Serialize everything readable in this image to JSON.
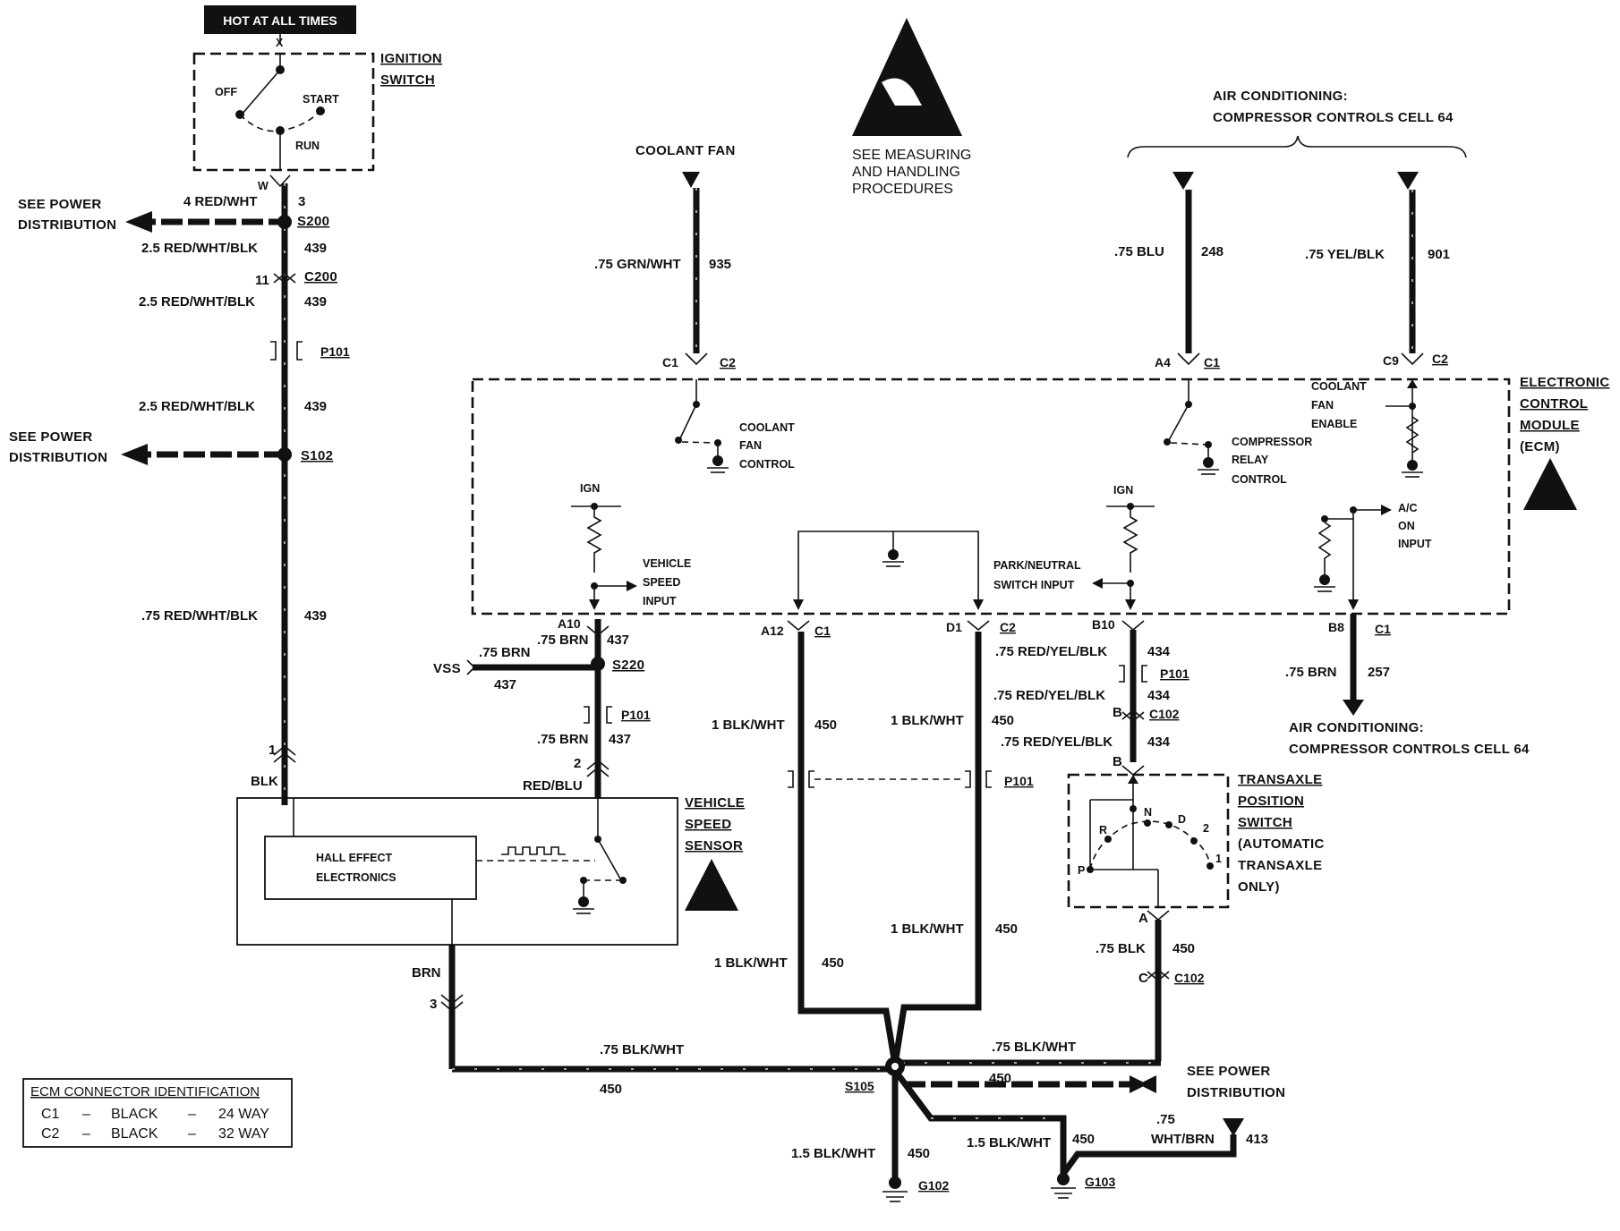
{
  "labels": {
    "hot_at_all_times": "HOT AT ALL TIMES",
    "ignition_switch_1": "IGNITION",
    "ignition_switch_2": "SWITCH",
    "ign_off": "OFF",
    "ign_start": "START",
    "ign_run": "RUN",
    "ign_x": "X",
    "ign_w": "W",
    "see_power_dist_1a": "SEE POWER",
    "see_power_dist_1b": "DISTRIBUTION",
    "see_power_dist_2a": "SEE POWER",
    "see_power_dist_2b": "DISTRIBUTION",
    "see_power_dist_3a": "SEE POWER",
    "see_power_dist_3b": "DISTRIBUTION",
    "coolant_fan": "COOLANT FAN",
    "esd_note_1": "SEE MEASURING",
    "esd_note_2": "AND HANDLING",
    "esd_note_3": "PROCEDURES",
    "ac_top_1": "AIR CONDITIONING:",
    "ac_top_2": "COMPRESSOR CONTROLS CELL 64",
    "ac_bottom_1": "AIR CONDITIONING:",
    "ac_bottom_2": "COMPRESSOR CONTROLS CELL 64",
    "ecm_1": "ELECTRONIC",
    "ecm_2": "CONTROL",
    "ecm_3": "MODULE",
    "ecm_4": "(ECM)",
    "coolant_fan_control_1": "COOLANT",
    "coolant_fan_control_2": "FAN",
    "coolant_fan_control_3": "CONTROL",
    "compressor_relay_1": "COMPRESSOR",
    "compressor_relay_2": "RELAY",
    "compressor_relay_3": "CONTROL",
    "coolant_fan_enable_1": "COOLANT",
    "coolant_fan_enable_2": "FAN",
    "coolant_fan_enable_3": "ENABLE",
    "ign_1": "IGN",
    "ign_2": "IGN",
    "vehicle_speed_input_1": "VEHICLE",
    "vehicle_speed_input_2": "SPEED",
    "vehicle_speed_input_3": "INPUT",
    "park_neutral_1": "PARK/NEUTRAL",
    "park_neutral_2": "SWITCH INPUT",
    "ac_on_input_1": "A/C",
    "ac_on_input_2": "ON",
    "ac_on_input_3": "INPUT",
    "vss_1": "VEHICLE",
    "vss_2": "SPEED",
    "vss_3": "SENSOR",
    "hall_effect_1": "HALL EFFECT",
    "hall_effect_2": "ELECTRONICS",
    "vss_label": "VSS",
    "tps_1": "TRANSAXLE",
    "tps_2": "POSITION",
    "tps_3": "SWITCH",
    "tps_4": "(AUTOMATIC",
    "tps_5": "TRANSAXLE",
    "tps_6": "ONLY)",
    "tps_p": "P",
    "tps_r": "R",
    "tps_n": "N",
    "tps_d": "D",
    "tps_2pos": "2",
    "tps_1pos": "1",
    "ecm_conn_title": "ECM CONNECTOR IDENTIFICATION",
    "ecm_conn_c1": "C1",
    "ecm_conn_c2": "C2",
    "ecm_conn_dash1": "–",
    "ecm_conn_dash2": "–",
    "ecm_conn_dash3": "–",
    "ecm_conn_dash4": "–",
    "ecm_conn_black1": "BLACK",
    "ecm_conn_black2": "BLACK",
    "ecm_conn_24": "24 WAY",
    "ecm_conn_32": "32 WAY"
  },
  "wires": {
    "red_wht_4": "4 RED/WHT",
    "pin_3_top": "3",
    "red_wht_blk_25a": "2.5 RED/WHT/BLK",
    "n439a": "439",
    "pin_11": "11",
    "red_wht_blk_25b": "2.5 RED/WHT/BLK",
    "n439b": "439",
    "red_wht_blk_25c": "2.5 RED/WHT/BLK",
    "n439c": "439",
    "red_wht_blk_075": ".75 RED/WHT/BLK",
    "n439d": "439",
    "pin_1": "1",
    "blk": "BLK",
    "grn_wht": ".75 GRN/WHT",
    "n935": "935",
    "blu": ".75 BLU",
    "n248": "248",
    "yel_blk": ".75 YEL/BLK",
    "n901": "901",
    "brn_a10": ".75 BRN",
    "n437a": "437",
    "brn_vss": ".75 BRN",
    "n437b": "437",
    "brn_sensor": ".75 BRN",
    "n437c": "437",
    "pin_2": "2",
    "red_blu": "RED/BLU",
    "brn": "BRN",
    "pin_3_bot": "3",
    "blk_wht_1a": "1 BLK/WHT",
    "n450a": "450",
    "blk_wht_1b": "1 BLK/WHT",
    "n450b": "450",
    "blk_wht_1c": "1 BLK/WHT",
    "n450c": "450",
    "blk_wht_1d": "1 BLK/WHT",
    "n450d": "450",
    "red_yel_blk_a": ".75 RED/YEL/BLK",
    "n434a": "434",
    "red_yel_blk_b": ".75 RED/YEL/BLK",
    "n434b": "434",
    "red_yel_blk_c": ".75 RED/YEL/BLK",
    "n434c": "434",
    "brn_257": ".75 BRN",
    "n257": "257",
    "blk_075": ".75 BLK",
    "n450e": "450",
    "blk_wht_075a": ".75 BLK/WHT",
    "n450f": "450",
    "blk_wht_075b": ".75 BLK/WHT",
    "n450g": "450",
    "blk_wht_15a": "1.5 BLK/WHT",
    "n450h": "450",
    "blk_wht_15b": "1.5 BLK/WHT",
    "n450i": "450",
    "wht_brn_1": ".75",
    "wht_brn_2": "WHT/BRN",
    "n413": "413",
    "pin_a": "A",
    "pin_b1": "B",
    "pin_b2": "B",
    "pin_c": "C"
  },
  "connectors": {
    "s200": "S200",
    "c200": "C200",
    "p101a": "P101",
    "s102": "S102",
    "c1_fan": "C1",
    "c2_fan": "C2",
    "a4": "A4",
    "c1_a4": "C1",
    "c9": "C9",
    "c2_c9": "C2",
    "a10": "A10",
    "s220": "S220",
    "p101b": "P101",
    "a12": "A12",
    "c1_a12": "C1",
    "d1": "D1",
    "c2_d1": "C2",
    "b10": "B10",
    "p101c": "P101",
    "c102a": "C102",
    "b8": "B8",
    "c1_b8": "C1",
    "p101d": "P101",
    "c102b": "C102",
    "s105": "S105",
    "g102": "G102",
    "g103": "G103"
  }
}
